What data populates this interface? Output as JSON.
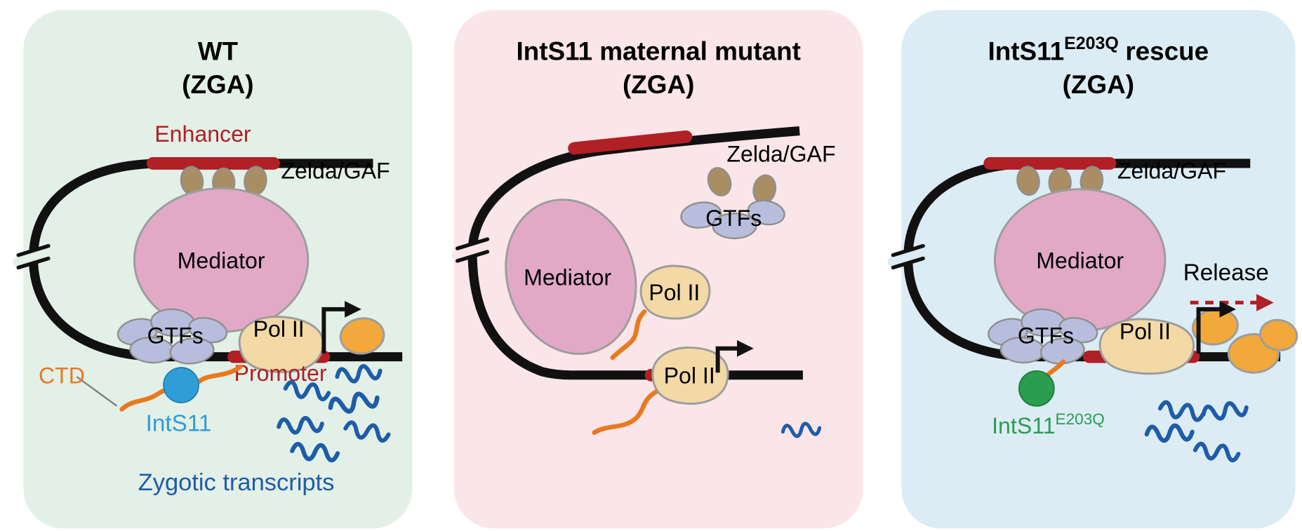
{
  "figure": {
    "background": "#ffffff",
    "panels": [
      {
        "id": "wt",
        "title_line1": "WT",
        "title_line2": "(ZGA)",
        "bg": "#e3f0e7",
        "labels": {
          "enhancer": "Enhancer",
          "zelda": "Zelda/GAF",
          "mediator": "Mediator",
          "gtfs": "GTFs",
          "polii": "Pol II",
          "promoter": "Promoter",
          "ctd": "CTD",
          "ints11": "IntS11",
          "transcripts": "Zygotic transcripts"
        }
      },
      {
        "id": "ints11-maternal-mutant",
        "title_line1": "IntS11 maternal mutant",
        "title_line2": "(ZGA)",
        "bg": "#fae5e8",
        "labels": {
          "zelda": "Zelda/GAF",
          "gtfs": "GTFs",
          "mediator": "Mediator",
          "polii_free": "Pol II",
          "polii_promoter": "Pol II"
        }
      },
      {
        "id": "ints11-e203q-rescue",
        "title_base": "IntS11",
        "title_sup": "E203Q",
        "title_rest": "rescue",
        "title_line2": "(ZGA)",
        "bg": "#dcecf5",
        "labels": {
          "zelda": "Zelda/GAF",
          "mediator": "Mediator",
          "release": "Release",
          "gtfs": "GTFs",
          "polii": "Pol II",
          "ints11_base": "IntS11",
          "ints11_sup": "E203Q"
        }
      }
    ],
    "colors": {
      "dna": "#111111",
      "enhancer": "#b02025",
      "promoter": "#b02025",
      "mediator": "#e2a9c7",
      "zelda_gaf": "#a98e63",
      "gtf": "#b7bedd",
      "polii": "#f3d9a6",
      "polii_released": "#f2a83a",
      "ctd": "#e8791f",
      "ints11_wt": "#2f9dd8",
      "ints11_e203q": "#2a9d4e",
      "transcript": "#1f5ca8",
      "release_arrow": "#b02025",
      "panel_wt_bg": "#e3f0e7",
      "panel_mutant_bg": "#fae5e8",
      "panel_rescue_bg": "#dcecf5"
    },
    "icons": {
      "tss_arrow": "bent-right-arrow",
      "release_arrow": "dashed-right-arrow",
      "dna_break": "double-slash-break",
      "transcript": "wavy-line"
    }
  }
}
